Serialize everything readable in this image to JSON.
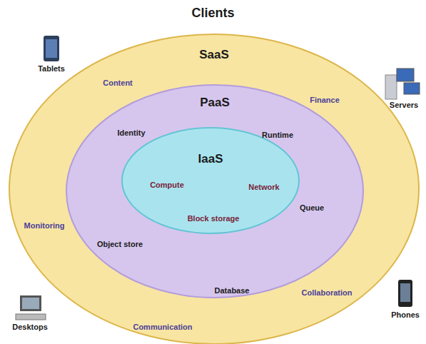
{
  "diagram": {
    "title": "Clients",
    "nodes": [
      {
        "text": [
          "SaaS"
        ]
      },
      {
        "text": [
          "PaaS"
        ],
        "in": 0
      },
      {
        "text": [
          "IaaS"
        ],
        "in": 1
      }
    ],
    "edges": [],
    "labels": [
      "Tablets",
      "Servers",
      "Desktops",
      "Phones",
      "Content",
      "Finance",
      "Monitoring",
      "Communication",
      "Collaboration",
      "Identity",
      "Runtime",
      "Queue",
      "Object store",
      "Database",
      "Compute",
      "Network",
      "Block storage"
    ]
  }
}
